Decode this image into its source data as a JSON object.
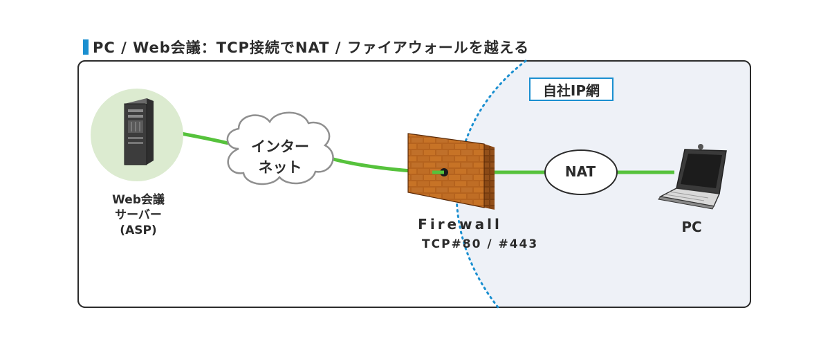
{
  "title": "PC / Web会議：TCP接続でNAT / ファイアウォールを越える",
  "intranet": {
    "label": "自社IP網"
  },
  "server": {
    "label_line1": "Web会議",
    "label_line2": "サーバー",
    "label_line3": "(ASP)"
  },
  "internet": {
    "label_line1": "インター",
    "label_line2": "ネット"
  },
  "firewall": {
    "label": "Firewall",
    "ports": "TCP#80 / #443"
  },
  "nat": {
    "label": "NAT"
  },
  "pc": {
    "label": "PC"
  },
  "colors": {
    "accent_blue": "#1a8fd0",
    "link_green": "#56c23c",
    "server_circle": "#dcebd0",
    "intranet_bg": "#eef1f7",
    "brick": "#b5631e"
  },
  "icons": {
    "server": "server-tower-icon",
    "cloud": "cloud-icon",
    "firewall": "brick-wall-icon",
    "nat": "nat-ellipse",
    "pc": "laptop-icon"
  }
}
